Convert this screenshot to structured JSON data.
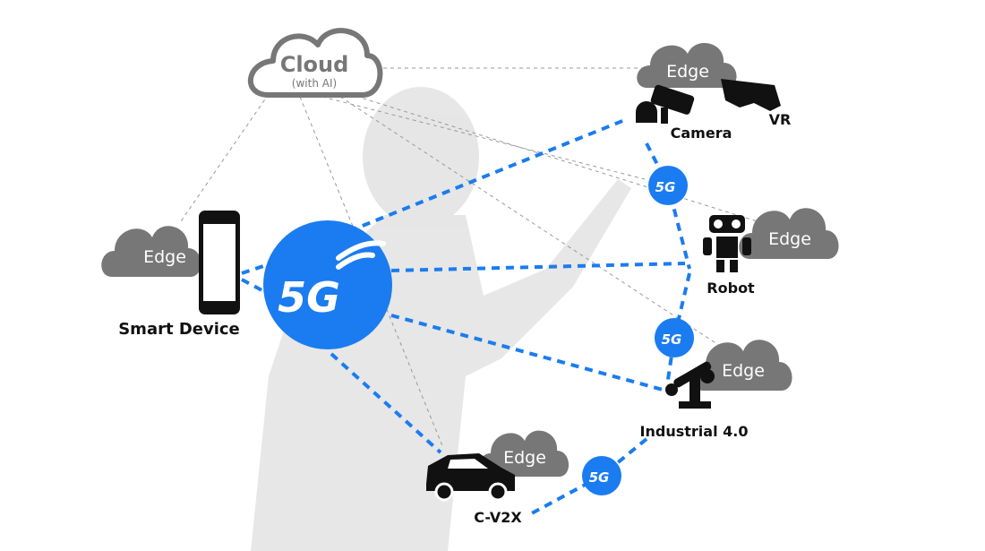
{
  "cloud": {
    "title": "Cloud",
    "subtitle": "(with AI)"
  },
  "edge_label": "Edge",
  "hub_label": "5G",
  "small_hub_label": "5G",
  "devices": {
    "camera": "Camera",
    "vr": "VR",
    "robot": "Robot",
    "smart_device": "Smart Device",
    "industrial": "Industrial 4.0",
    "car": "C-V2X"
  },
  "colors": {
    "blue": "#1a7cf0",
    "gray": "#777777",
    "figure": "#e2e2e2"
  }
}
